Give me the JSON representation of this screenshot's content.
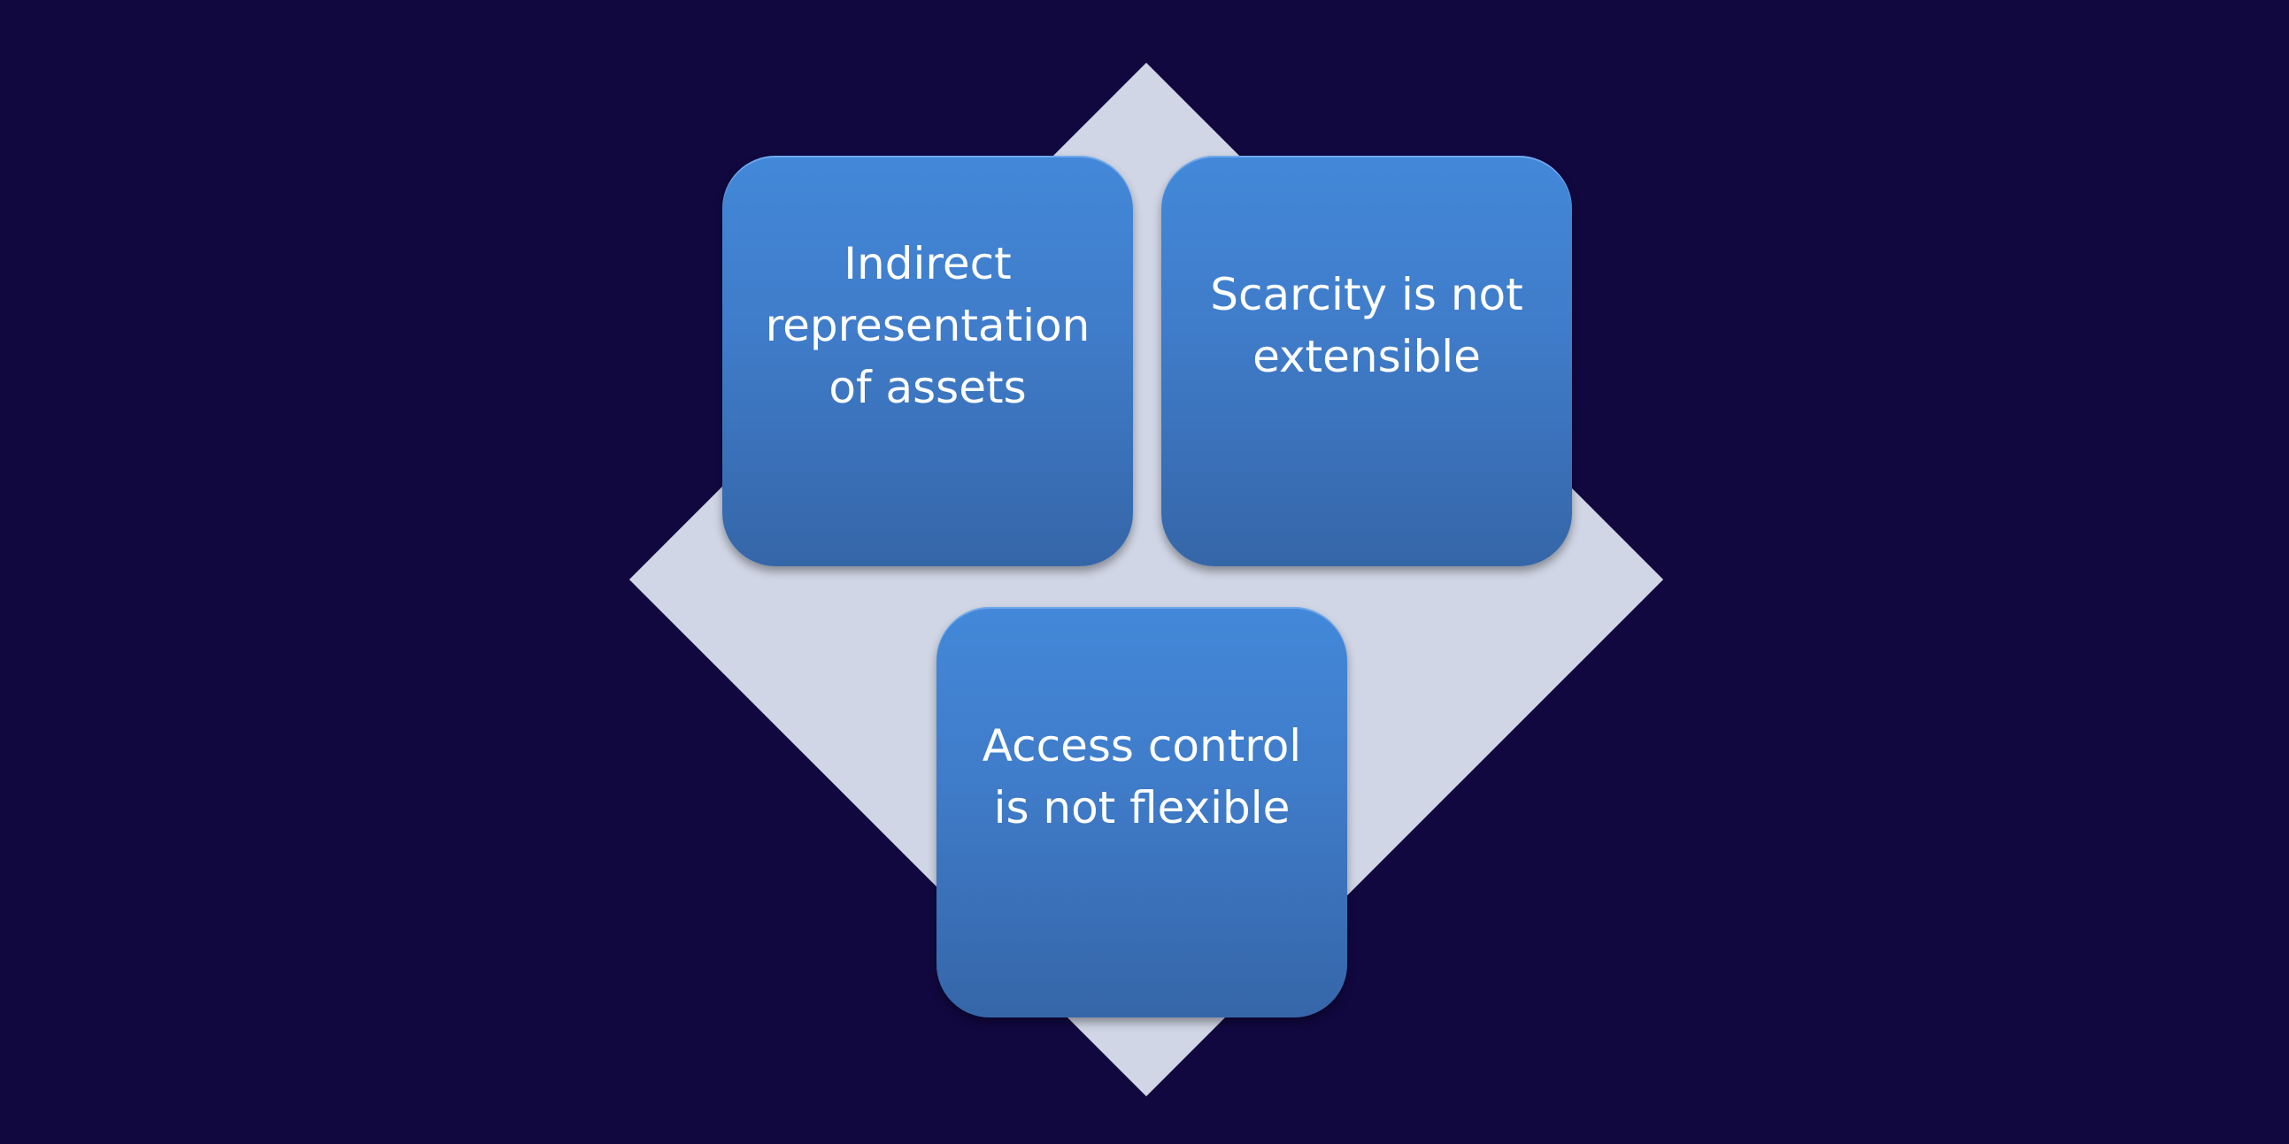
{
  "diagram": {
    "background_color": "#110840",
    "diamond_color": "#d0d6e5",
    "box_color": "#3f7bc8",
    "boxes": [
      {
        "label": "Indirect representation of assets"
      },
      {
        "label": "Scarcity is not extensible"
      },
      {
        "label": "Access control is not flexible"
      }
    ]
  }
}
